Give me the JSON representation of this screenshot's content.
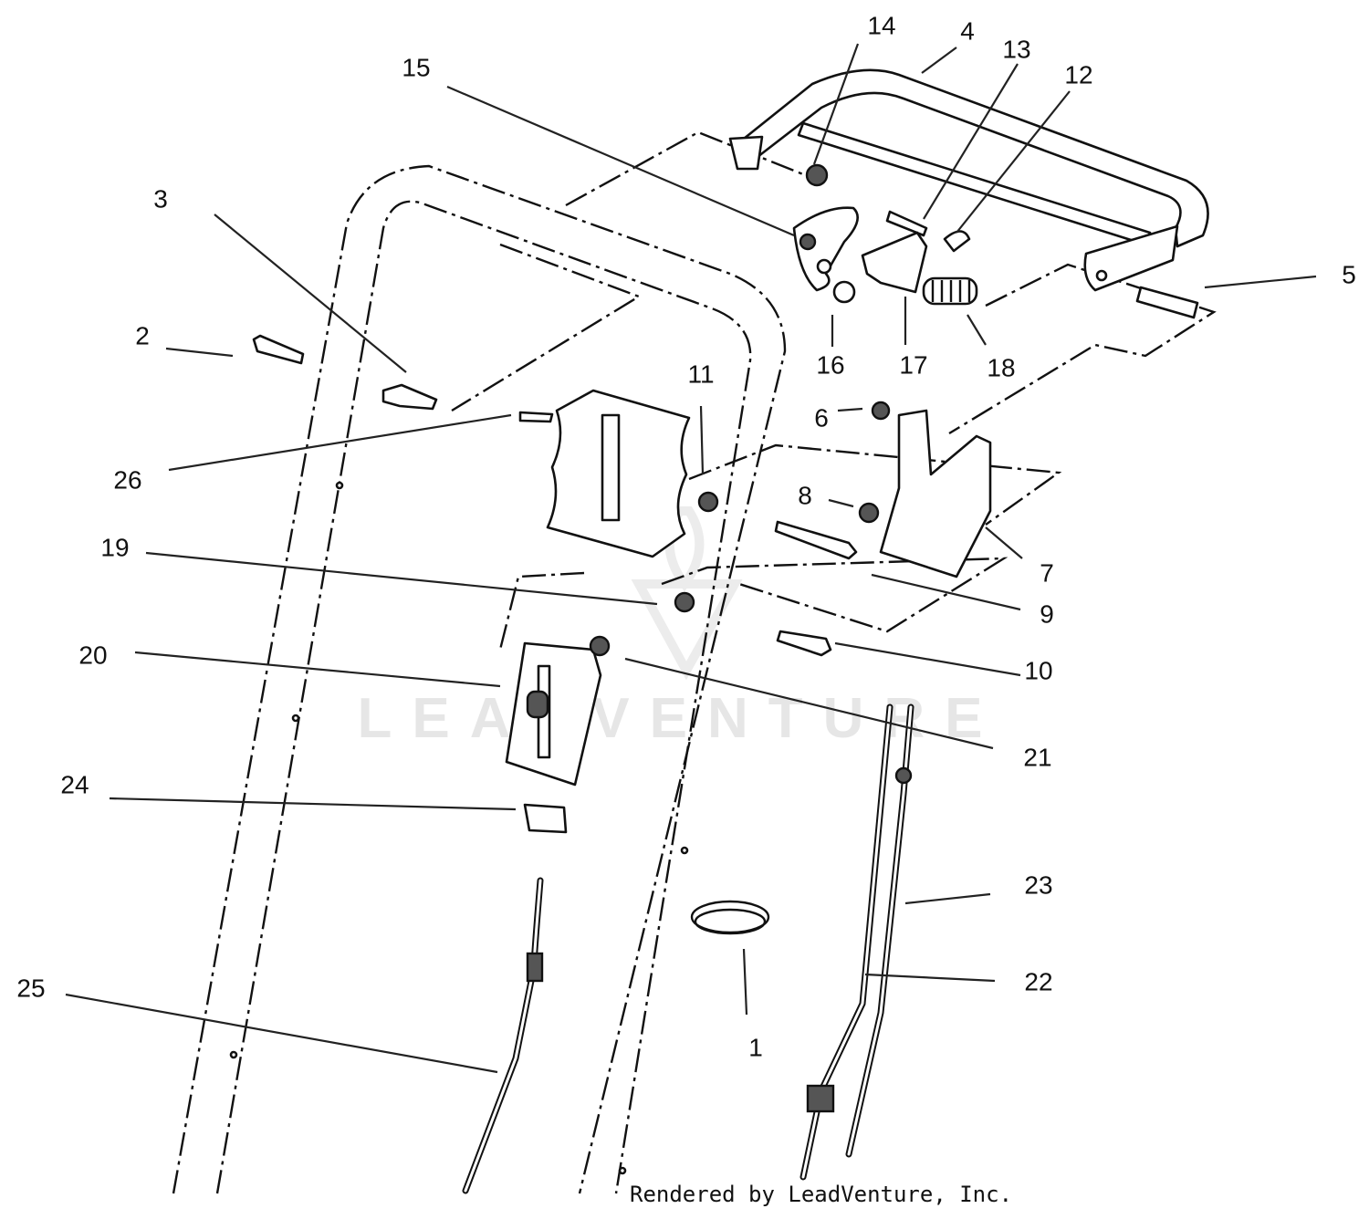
{
  "watermark": "LEADVENTURE",
  "credit": "Rendered by LeadVenture, Inc.",
  "callouts": {
    "c1": "1",
    "c2": "2",
    "c3": "3",
    "c4": "4",
    "c5": "5",
    "c6": "6",
    "c7": "7",
    "c8": "8",
    "c9": "9",
    "c10": "10",
    "c11": "11",
    "c12": "12",
    "c13": "13",
    "c14": "14",
    "c15": "15",
    "c16": "16",
    "c17": "17",
    "c18": "18",
    "c19": "19",
    "c20": "20",
    "c21": "21",
    "c22": "22",
    "c23": "23",
    "c24": "24",
    "c25": "25",
    "c26": "26"
  }
}
